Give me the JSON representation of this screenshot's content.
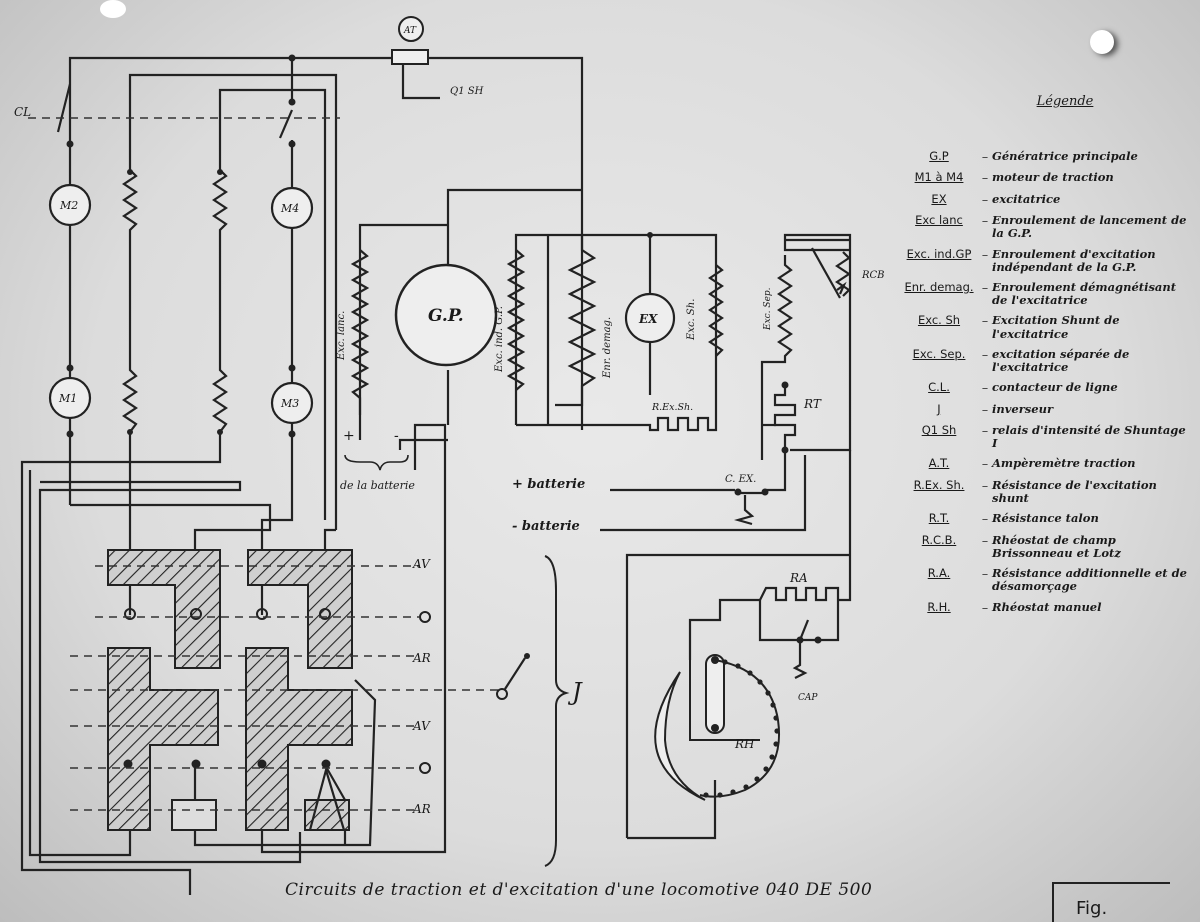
{
  "labels": {
    "cl": "CL",
    "at": "AT",
    "q1sh": "Q1 SH",
    "m2": "M2",
    "m4": "M4",
    "m1": "M1",
    "m3": "M3",
    "gp": "G.P.",
    "ex": "EX",
    "exc_lanc": "Exc. lanc.",
    "exc_ind_gp": "Exc. ind. G.P.",
    "enr_demag": "Enr. demag.",
    "exc_sh": "Exc. Sh.",
    "rexsh": "R.Ex.Sh.",
    "exc_sep": "Exc. Sep.",
    "rcb": "RCB",
    "rt": "RT",
    "plus": "+",
    "minus": "-",
    "de_la_batterie": "de la batterie",
    "plus_batterie": "+ batterie",
    "minus_batterie": "- batterie",
    "cex": "C. EX.",
    "av1": "AV",
    "ar1": "AR",
    "av2": "AV",
    "ar2": "AR",
    "j": "J",
    "ra": "RA",
    "cap": "CAP",
    "rh": "RH"
  },
  "legend": {
    "title": "Légende",
    "items": [
      {
        "code": "G.P",
        "desc": "Génératrice principale"
      },
      {
        "code": "M1 à M4",
        "desc": "moteur de traction"
      },
      {
        "code": "EX",
        "desc": "excitatrice"
      },
      {
        "code": "Exc lanc",
        "desc": "Enroulement de lancement de la G.P."
      },
      {
        "code": "Exc. ind.GP",
        "desc": "Enroulement d'excitation indépendant de la G.P."
      },
      {
        "code": "Enr. demag.",
        "desc": "Enroulement démagnétisant de l'excitatrice"
      },
      {
        "code": "Exc. Sh",
        "desc": "Excitation Shunt de l'excitatrice"
      },
      {
        "code": "Exc. Sep.",
        "desc": "excitation séparée de l'excitatrice"
      },
      {
        "code": "C.L.",
        "desc": "contacteur de ligne"
      },
      {
        "code": "J",
        "desc": "inverseur"
      },
      {
        "code": "Q1 Sh",
        "desc": "relais d'intensité de Shuntage I"
      },
      {
        "code": "A.T.",
        "desc": "Ampèremètre traction"
      },
      {
        "code": "R.Ex. Sh.",
        "desc": "Résistance de l'excitation shunt"
      },
      {
        "code": "R.T.",
        "desc": "Résistance talon"
      },
      {
        "code": "R.C.B.",
        "desc": "Rhéostat de champ Brissonneau et Lotz"
      },
      {
        "code": "R.A.",
        "desc": "Résistance additionnelle et de désamorçage"
      },
      {
        "code": "R.H.",
        "desc": "Rhéostat manuel"
      }
    ]
  },
  "caption": "Circuits de traction et d'excitation d'une locomotive 040 DE 500",
  "figure_label": "Fig."
}
